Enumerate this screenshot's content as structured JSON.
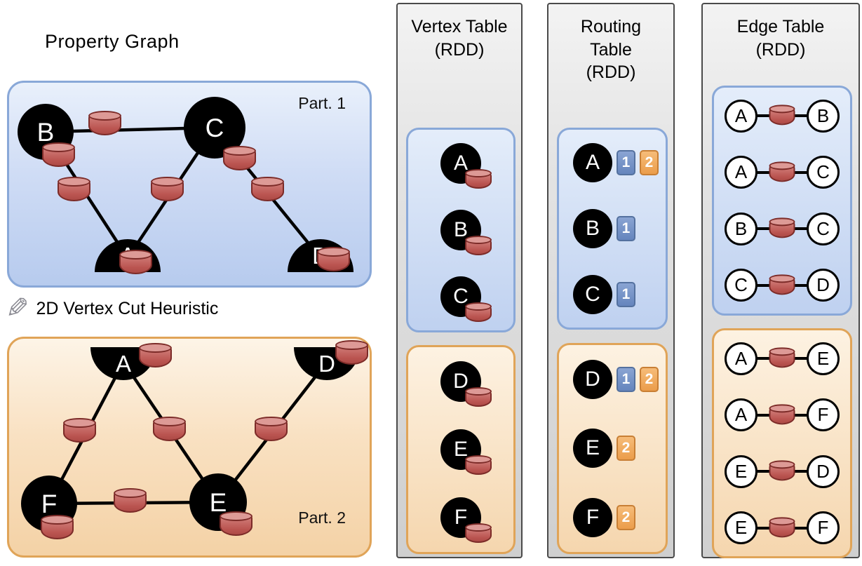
{
  "property_graph": {
    "title": "Property Graph",
    "annotation": "2D Vertex Cut Heuristic",
    "partitions": [
      {
        "label": "Part. 1",
        "color": "blue",
        "full_vertices": [
          "B",
          "C"
        ],
        "cut_vertices": [
          "A",
          "D"
        ],
        "edges": [
          [
            "B",
            "C"
          ],
          [
            "B",
            "A"
          ],
          [
            "C",
            "A"
          ],
          [
            "C",
            "D"
          ]
        ]
      },
      {
        "label": "Part. 2",
        "color": "orange",
        "full_vertices": [
          "F",
          "E"
        ],
        "cut_vertices": [
          "A",
          "D"
        ],
        "edges": [
          [
            "A",
            "F"
          ],
          [
            "A",
            "E"
          ],
          [
            "D",
            "E"
          ],
          [
            "F",
            "E"
          ]
        ]
      }
    ]
  },
  "vertex_table": {
    "title_lines": [
      "Vertex Table",
      "(RDD)"
    ],
    "partitions": [
      {
        "color": "blue",
        "vertices": [
          "A",
          "B",
          "C"
        ]
      },
      {
        "color": "orange",
        "vertices": [
          "D",
          "E",
          "F"
        ]
      }
    ]
  },
  "routing_table": {
    "title_lines": [
      "Routing",
      "Table",
      "(RDD)"
    ],
    "partitions": [
      {
        "color": "blue",
        "rows": [
          {
            "vertex": "A",
            "partitions": [
              "1",
              "2"
            ]
          },
          {
            "vertex": "B",
            "partitions": [
              "1"
            ]
          },
          {
            "vertex": "C",
            "partitions": [
              "1"
            ]
          }
        ]
      },
      {
        "color": "orange",
        "rows": [
          {
            "vertex": "D",
            "partitions": [
              "1",
              "2"
            ]
          },
          {
            "vertex": "E",
            "partitions": [
              "2"
            ]
          },
          {
            "vertex": "F",
            "partitions": [
              "2"
            ]
          }
        ]
      }
    ]
  },
  "edge_table": {
    "title_lines": [
      "Edge Table",
      "(RDD)"
    ],
    "partitions": [
      {
        "color": "blue",
        "edges": [
          [
            "A",
            "B"
          ],
          [
            "A",
            "C"
          ],
          [
            "B",
            "C"
          ],
          [
            "C",
            "D"
          ]
        ]
      },
      {
        "color": "orange",
        "edges": [
          [
            "A",
            "E"
          ],
          [
            "A",
            "F"
          ],
          [
            "E",
            "D"
          ],
          [
            "E",
            "F"
          ]
        ]
      }
    ]
  },
  "legend_colors": {
    "partition1_blue_border": "#89a8d8",
    "partition2_orange_border": "#e0a458",
    "property_cylinder_red": "#bb5551",
    "routing_badge_blue": "#6585bd",
    "routing_badge_orange": "#eb9d4b"
  }
}
